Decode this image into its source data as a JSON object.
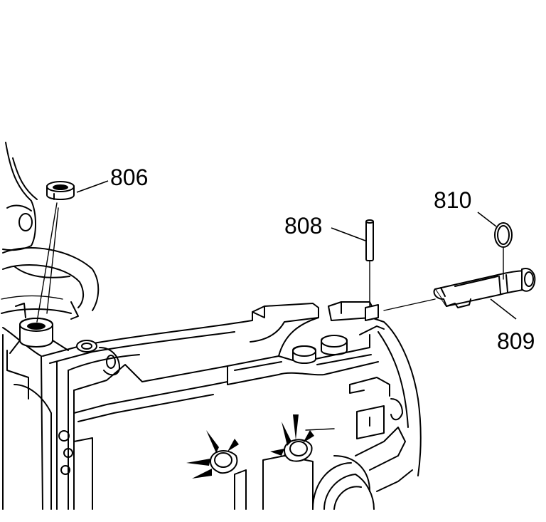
{
  "callouts": {
    "c806": "806",
    "c808": "808",
    "c810": "810",
    "c809": "809"
  },
  "colors": {
    "ink": "#000000",
    "paper": "#ffffff"
  }
}
